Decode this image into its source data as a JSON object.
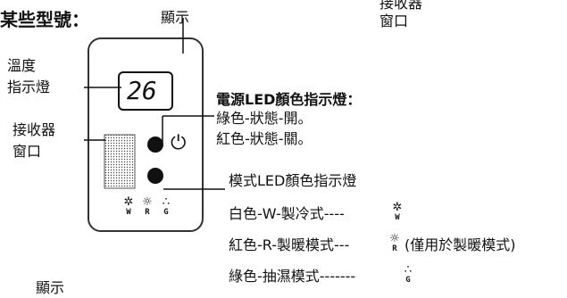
{
  "heading": "某些型號：",
  "callouts": {
    "display_top": "顯示",
    "receiver_top": "接收器",
    "window_top": "窗口",
    "temp_line1": "溫度",
    "temp_line2": "指示燈",
    "receiver_line1": "接收器",
    "receiver_line2": "窗口",
    "display_bottom": "顯示"
  },
  "device": {
    "temperature": "26",
    "power_symbol": "⏻",
    "mode_icons": [
      {
        "symbol": "✲",
        "letter": "W"
      },
      {
        "symbol": "☼",
        "letter": "R"
      },
      {
        "symbol": "∴",
        "letter": "G"
      }
    ]
  },
  "power_led": {
    "title": "電源LED顏色指示燈：",
    "green": "綠色-狀態-開。",
    "red": "紅色-狀態-關。"
  },
  "mode_led": {
    "title": "模式LED顏色指示燈",
    "items": [
      {
        "label": "白色-W-製冷式----",
        "symbol": "✲",
        "letter": "W",
        "note": ""
      },
      {
        "label": "紅色-R-製暖模式---",
        "symbol": "☼",
        "letter": "R",
        "note": "(僅用於製暖模式)"
      },
      {
        "label": "綠色-抽濕模式-------",
        "symbol": "∴",
        "letter": "G",
        "note": ""
      }
    ]
  },
  "colors": {
    "ink": "#111111",
    "device_border": "#333333",
    "led": "#111111"
  }
}
